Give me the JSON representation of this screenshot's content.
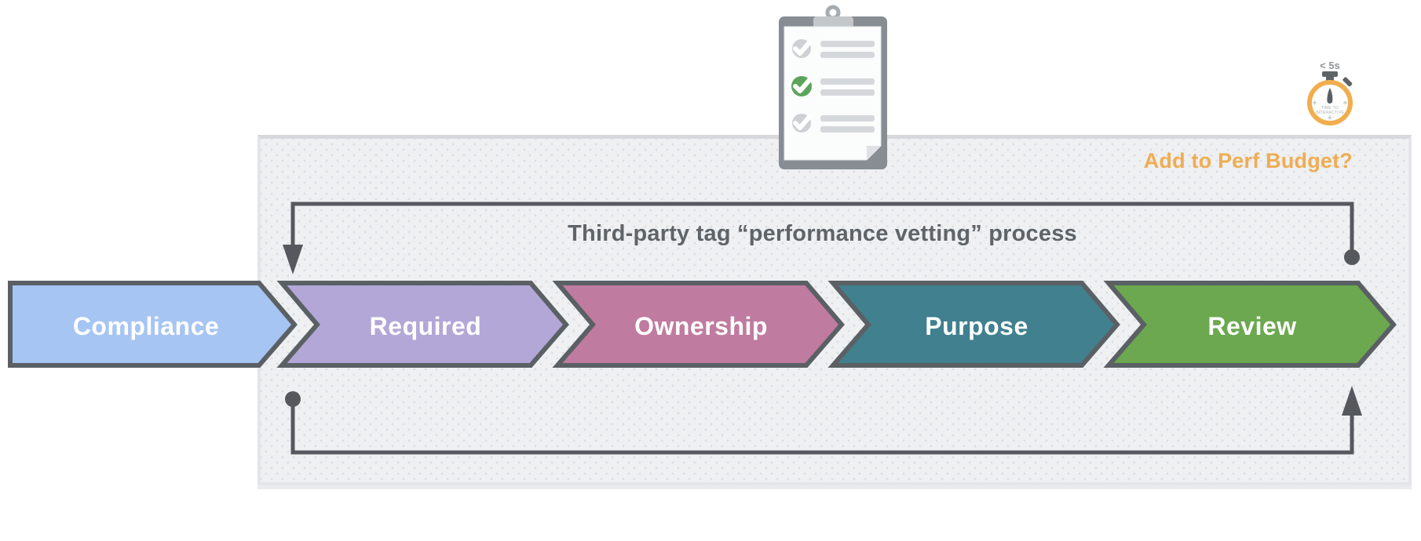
{
  "panel": {
    "title": "Third-party tag “performance vetting” process",
    "background_color": "#EEF0F2"
  },
  "perf_budget": {
    "label": "Add to Perf Budget?",
    "color": "#EFAD52"
  },
  "process": {
    "steps": [
      {
        "label": "Compliance",
        "color": "#A6C5F3"
      },
      {
        "label": "Required",
        "color": "#B3A7D7"
      },
      {
        "label": "Ownership",
        "color": "#C07BA0"
      },
      {
        "label": "Purpose",
        "color": "#41808E"
      },
      {
        "label": "Review",
        "color": "#6BA84F"
      }
    ],
    "border_color": "#5B6064",
    "loop_line_color": "#55595D"
  },
  "clipboard": {
    "items": [
      {
        "state": "unchecked",
        "color": "#CDD1D4"
      },
      {
        "state": "checked",
        "color": "#5CA45C"
      },
      {
        "state": "unchecked",
        "color": "#CDD1D4"
      }
    ]
  },
  "stopwatch": {
    "caption": "< 5s",
    "dial_label_line1": "TIME TO",
    "dial_label_line2": "INTERACTIVE",
    "ring_color": "#F1AE4F"
  }
}
